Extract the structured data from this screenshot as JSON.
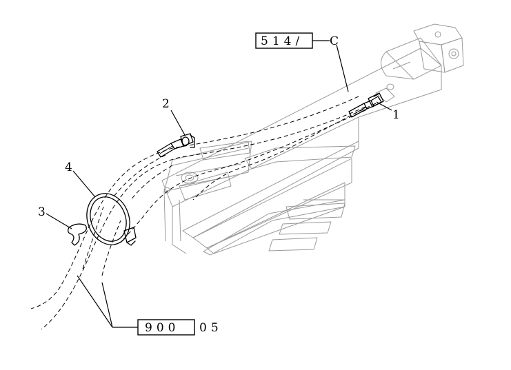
{
  "callouts": [
    {
      "id": "1",
      "label": "1"
    },
    {
      "id": "2",
      "label": "2"
    },
    {
      "id": "3",
      "label": "3"
    },
    {
      "id": "4",
      "label": "4"
    }
  ],
  "references": {
    "top": {
      "boxed": "514/",
      "suffix": "C"
    },
    "bottom": {
      "boxed": "900",
      "suffix": "05"
    }
  }
}
